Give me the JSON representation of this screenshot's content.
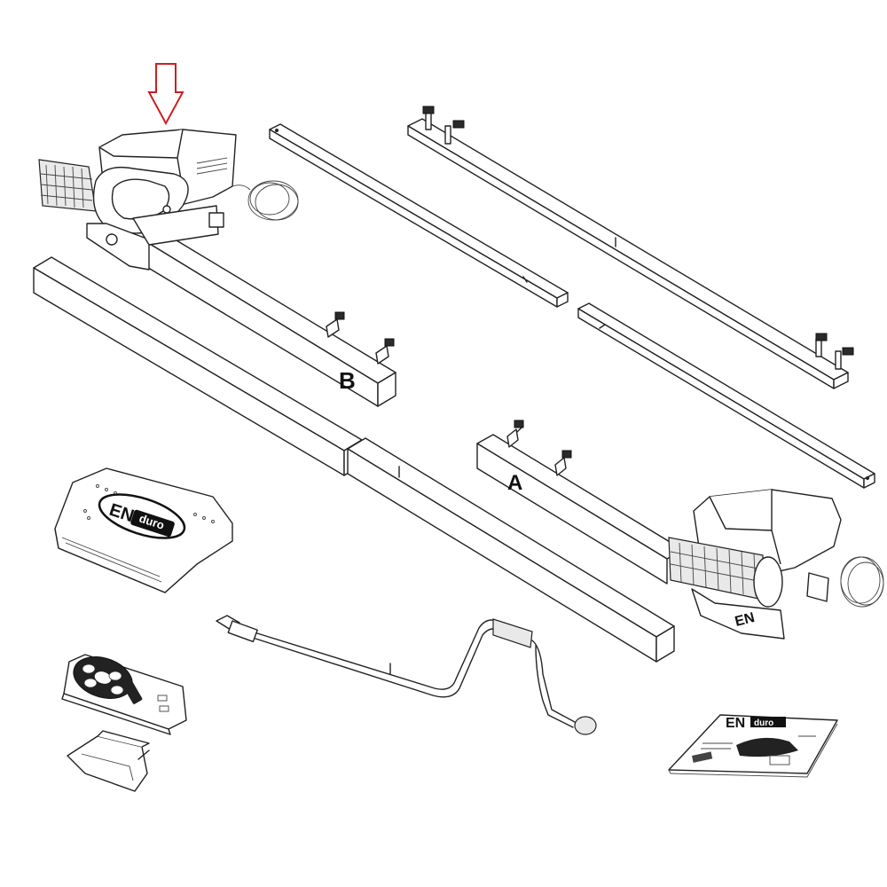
{
  "labels": {
    "rail_b": "B",
    "rail_a": "A",
    "brand_en": "EN",
    "brand_duro": "duro",
    "motor_a_brand": "EN"
  },
  "colors": {
    "arrow": "#cc1f1f",
    "line": "#222222",
    "brand_fill": "#111111"
  },
  "icons": {
    "pointer": "arrow-down-icon"
  }
}
